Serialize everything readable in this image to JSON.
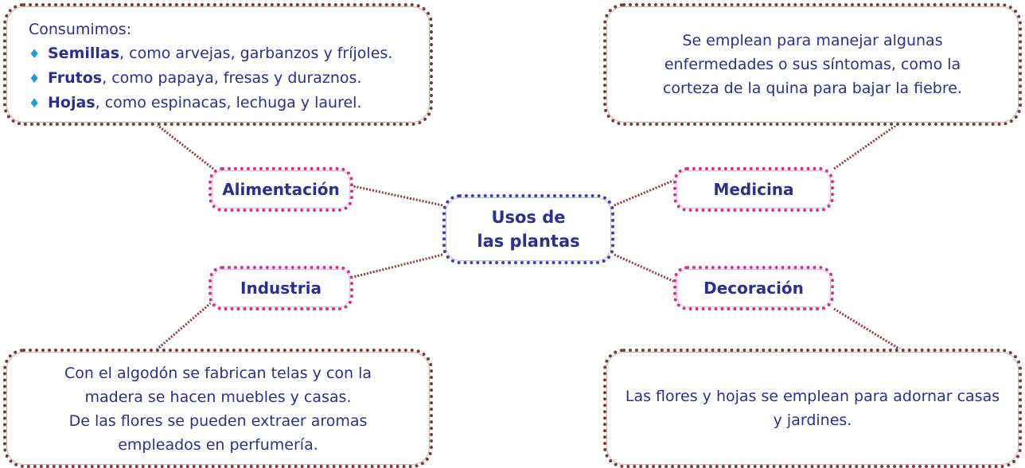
{
  "center": {
    "line1": "Usos de",
    "line2": "las plantas"
  },
  "categories": {
    "alimentacion": "Alimentación",
    "medicina": "Medicina",
    "industria": "Industria",
    "decoracion": "Decoración"
  },
  "alimentacion_info": {
    "intro": "Consumimos:",
    "items": [
      {
        "keyword": "Semillas",
        "rest": ", como arvejas, garbanzos y fríjoles."
      },
      {
        "keyword": "Frutos",
        "rest": ", como papaya, fresas y duraznos."
      },
      {
        "keyword": "Hojas",
        "rest": ", como espinacas, lechuga y laurel."
      }
    ]
  },
  "medicina_info": {
    "text": "Se emplean para manejar algunas enfermedades o sus síntomas, como la corteza de la quina para bajar la fiebre."
  },
  "industria_info": {
    "p1": "Con el algodón se fabrican telas y con la madera se hacen muebles y casas.",
    "p2": "De las flores se pueden extraer aromas empleados en perfumería."
  },
  "decoracion_info": {
    "text": "Las flores y hojas se emplean para adornar casas y jardines."
  },
  "colors": {
    "text": "#2b2f8f",
    "info_border": "#7a3a3a",
    "category_border": "#d0338a",
    "center_border": "#3c3fb0",
    "bullet": "#1aa0d8"
  }
}
